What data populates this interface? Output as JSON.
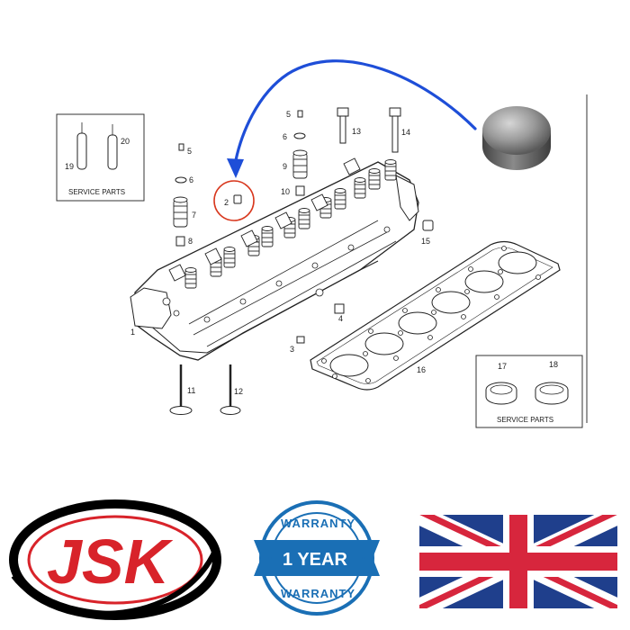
{
  "diagram": {
    "part_labels": [
      {
        "text": "1"
      },
      {
        "text": "2"
      },
      {
        "text": "3"
      },
      {
        "text": "4"
      },
      {
        "text": "5"
      },
      {
        "text": "5"
      },
      {
        "text": "6"
      },
      {
        "text": "6"
      },
      {
        "text": "7"
      },
      {
        "text": "8"
      },
      {
        "text": "9"
      },
      {
        "text": "10"
      },
      {
        "text": "11"
      },
      {
        "text": "12"
      },
      {
        "text": "13"
      },
      {
        "text": "14"
      },
      {
        "text": "15"
      },
      {
        "text": "16"
      },
      {
        "text": "17"
      },
      {
        "text": "18"
      },
      {
        "text": "19"
      },
      {
        "text": "20"
      }
    ],
    "service_parts_left": "SERVICE PARTS",
    "service_parts_right": "SERVICE PARTS",
    "highlight_color": "#d8381e",
    "arrow_color": "#1e4ed8"
  },
  "logos": {
    "jsk": "JSK",
    "warranty_top": "WARRANTY",
    "warranty_middle": "1 YEAR",
    "warranty_bottom": "WARRANTY",
    "jsk_color": "#d8232a",
    "warranty_color": "#1a6fb5",
    "flag_blue": "#1f3f8c",
    "flag_red": "#d7263d"
  }
}
